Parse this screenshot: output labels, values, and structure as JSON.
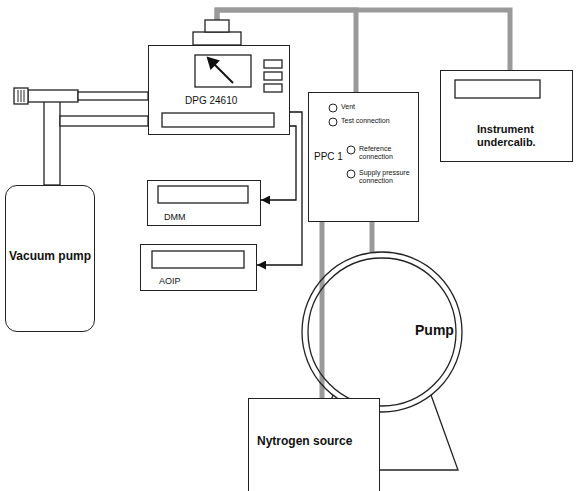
{
  "diagram": {
    "nodes": [
      {
        "text": [
          "DPG 24610"
        ]
      },
      {
        "text": [
          "Vacuum pump"
        ]
      },
      {
        "text": [
          "DMM"
        ]
      },
      {
        "text": [
          "AOIP"
        ]
      },
      {
        "text": [
          "PPC 1",
          "Vent",
          "Test connection",
          "Reference connection",
          "Supply pressure connection"
        ]
      },
      {
        "text": [
          "Instrument undercalib."
        ]
      },
      {
        "text": [
          "Pump"
        ]
      },
      {
        "text": [
          "Nytrogen source"
        ]
      }
    ],
    "edges": [
      {
        "from": 0,
        "to": 5,
        "arrow": "none"
      },
      {
        "from": 0,
        "to": 4,
        "arrow": "none"
      },
      {
        "from": 7,
        "to": 4,
        "arrow": "none"
      },
      {
        "from": 4,
        "to": 6,
        "arrow": "none"
      },
      {
        "from": 0,
        "to": 2,
        "arrow": "to"
      },
      {
        "from": 0,
        "to": 3,
        "arrow": "to"
      },
      {
        "from": 1,
        "to": 0,
        "arrow": "none"
      }
    ]
  }
}
